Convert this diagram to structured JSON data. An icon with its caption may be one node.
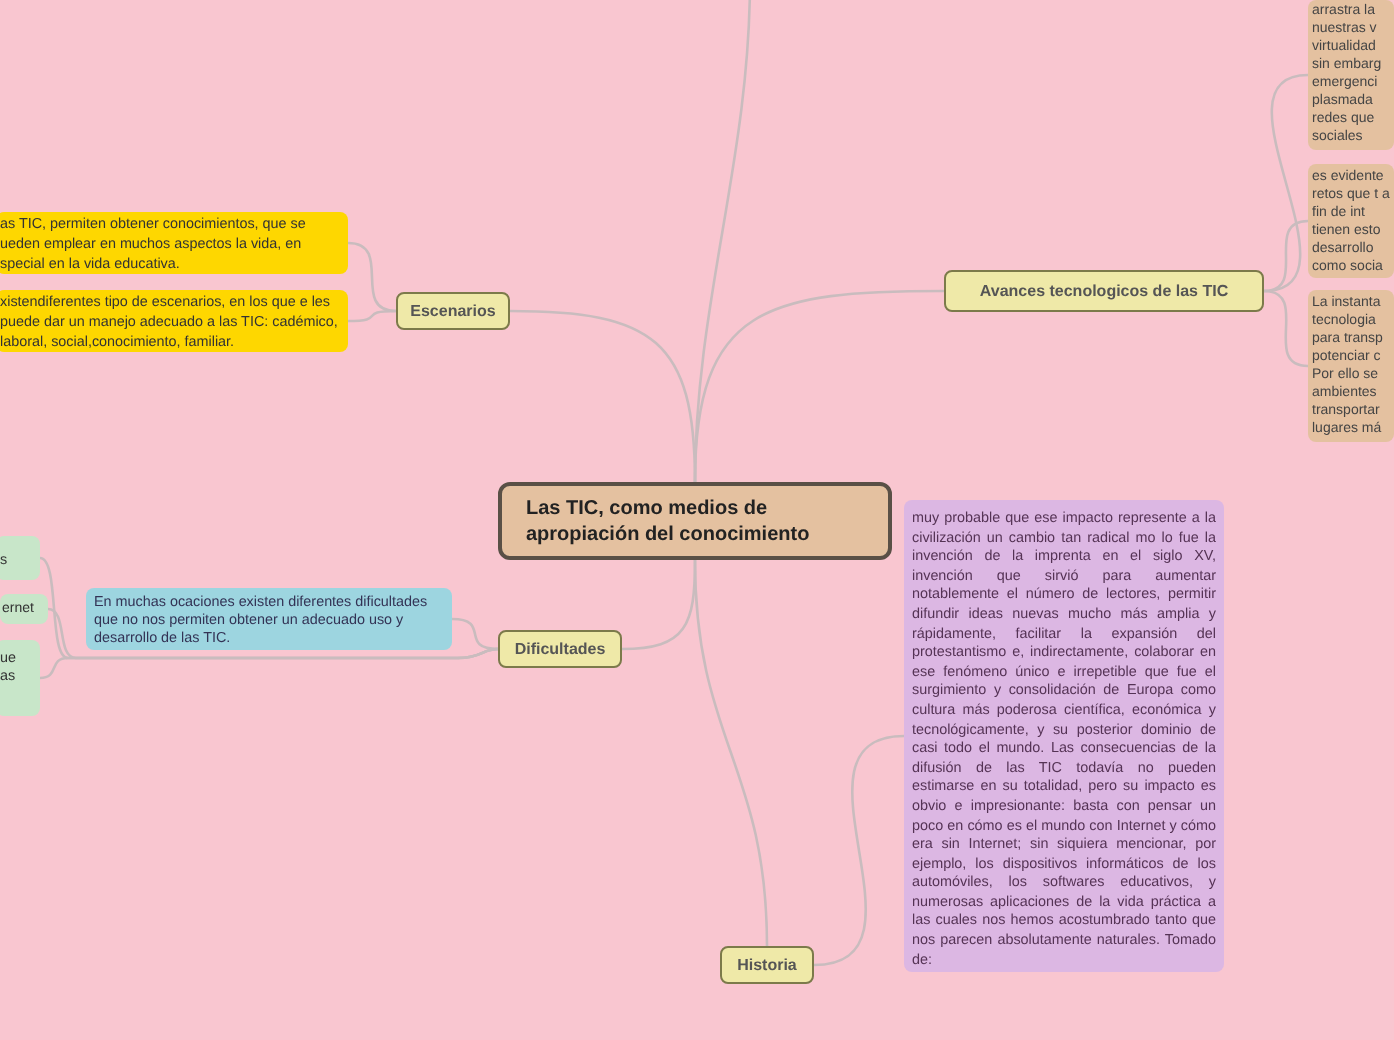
{
  "diagram": {
    "nodes": [
      {
        "text": [
          "Las TIC, como medios de apropiación del conocimiento"
        ]
      },
      {
        "text": [
          "Escenarios"
        ]
      },
      {
        "text": [
          "as TIC, permiten obtener conocimientos, que se ueden emplear en muchos aspectos la vida, en special en la vida educativa."
        ]
      },
      {
        "text": [
          "xistendiferentes tipo de escenarios, en los que e les puede dar un manejo adecuado a las TIC: cadémico, laboral, social,conocimiento, familiar."
        ]
      },
      {
        "text": [
          "Dificultades"
        ]
      },
      {
        "text": [
          "En muchas ocaciones existen diferentes dificultades que no nos permiten obtener un adecuado uso y desarrollo de las TIC."
        ]
      },
      {
        "text": [
          "s"
        ]
      },
      {
        "text": [
          "ernet"
        ]
      },
      {
        "text": [
          "ue as"
        ]
      },
      {
        "text": [
          "Avances tecnologicos de las TIC"
        ]
      },
      {
        "text": [
          "arrastra la nuestras v virtualidad sin embarg emergenci plasmada redes que sociales"
        ]
      },
      {
        "text": [
          "es evidente retos que t a fin de int tienen esto desarrollo como socia"
        ]
      },
      {
        "text": [
          "La instanta tecnologia para transp potenciar c Por ello se ambientes transportar lugares má"
        ]
      },
      {
        "text": [
          "Historia"
        ]
      },
      {
        "text": [
          "muy probable que ese impacto represente a la civilización un cambio tan radical mo lo fue la invención de la imprenta en el siglo XV, invención que sirvió para aumentar notablemente el número de lectores, permitir difundir ideas nuevas mucho más amplia y rápidamente, facilitar la expansión del protestantismo e, indirectamente, colaborar en ese fenómeno único e irrepetible que fue el surgimiento y consolidación de Europa como cultura más poderosa científica, económica y tecnológicamente, y su posterior dominio de casi todo el mundo. Las consecuencias de la difusión de las TIC todavía no pueden estimarse en su totalidad, pero su impacto es obvio e impresionante: basta con pensar un poco en cómo es el mundo con Internet y cómo era sin Internet; sin siquiera mencionar, por ejemplo, los dispositivos informáticos de los automóviles, los softwares educativos, y numerosas aplicaciones de la vida práctica a las cuales nos hemos acostumbrado tanto que nos parecen absolutamente naturales. Tomado de:"
        ]
      }
    ],
    "edges": [
      {
        "from": 0,
        "to": 1,
        "arrow": "none"
      },
      {
        "from": 1,
        "to": 2,
        "arrow": "none"
      },
      {
        "from": 1,
        "to": 3,
        "arrow": "none"
      },
      {
        "from": 0,
        "to": 4,
        "arrow": "none"
      },
      {
        "from": 4,
        "to": 5,
        "arrow": "none"
      },
      {
        "from": 4,
        "to": 6,
        "arrow": "none"
      },
      {
        "from": 4,
        "to": 7,
        "arrow": "none"
      },
      {
        "from": 4,
        "to": 8,
        "arrow": "none"
      },
      {
        "from": 0,
        "to": 9,
        "arrow": "none"
      },
      {
        "from": 9,
        "to": 10,
        "arrow": "none"
      },
      {
        "from": 9,
        "to": 11,
        "arrow": "none"
      },
      {
        "from": 9,
        "to": 12,
        "arrow": "none"
      },
      {
        "from": 0,
        "to": 13,
        "arrow": "none"
      },
      {
        "from": 13,
        "to": 14,
        "arrow": "none"
      },
      {
        "from": 0,
        "to": null,
        "arrow": "none"
      }
    ]
  }
}
